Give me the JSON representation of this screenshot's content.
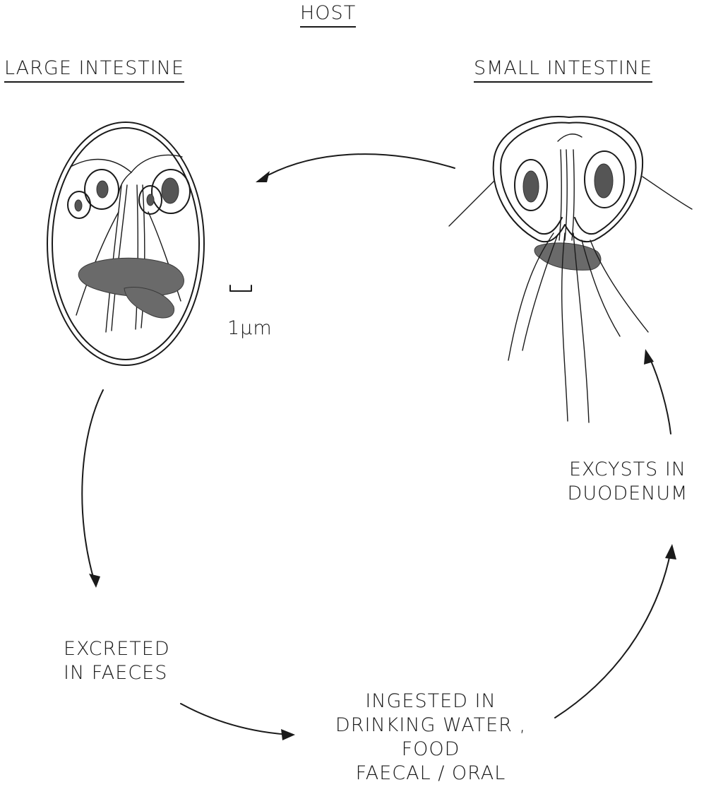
{
  "header": {
    "title": "HOST"
  },
  "panels": {
    "large_intestine": "LARGE INTESTINE",
    "small_intestine": "SMALL INTESTINE"
  },
  "scale_bar": {
    "label": "1µm"
  },
  "stages": {
    "excreted": [
      "EXCRETED",
      "IN FAECES"
    ],
    "ingested": [
      "INGESTED IN",
      "DRINKING WATER ,",
      "FOOD",
      "FAECAL / ORAL"
    ],
    "excysts": [
      "EXCYSTS IN",
      "DUODENUM"
    ]
  }
}
